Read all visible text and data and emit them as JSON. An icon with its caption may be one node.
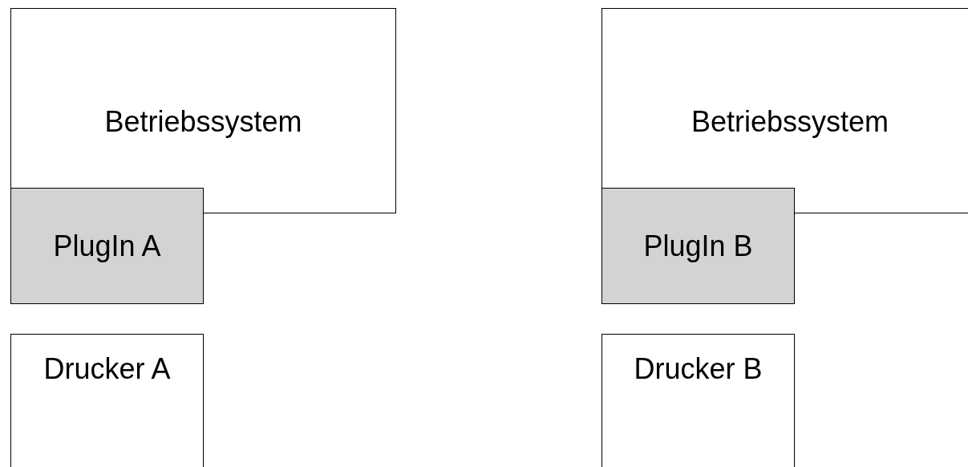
{
  "diagram": {
    "nodes": [
      {
        "text": [
          "Betriebssystem"
        ]
      },
      {
        "text": [
          "PlugIn A"
        ]
      },
      {
        "text": [
          "Drucker A"
        ]
      },
      {
        "text": [
          "Betriebssystem"
        ]
      },
      {
        "text": [
          "PlugIn B"
        ]
      },
      {
        "text": [
          "Drucker B"
        ]
      }
    ]
  }
}
